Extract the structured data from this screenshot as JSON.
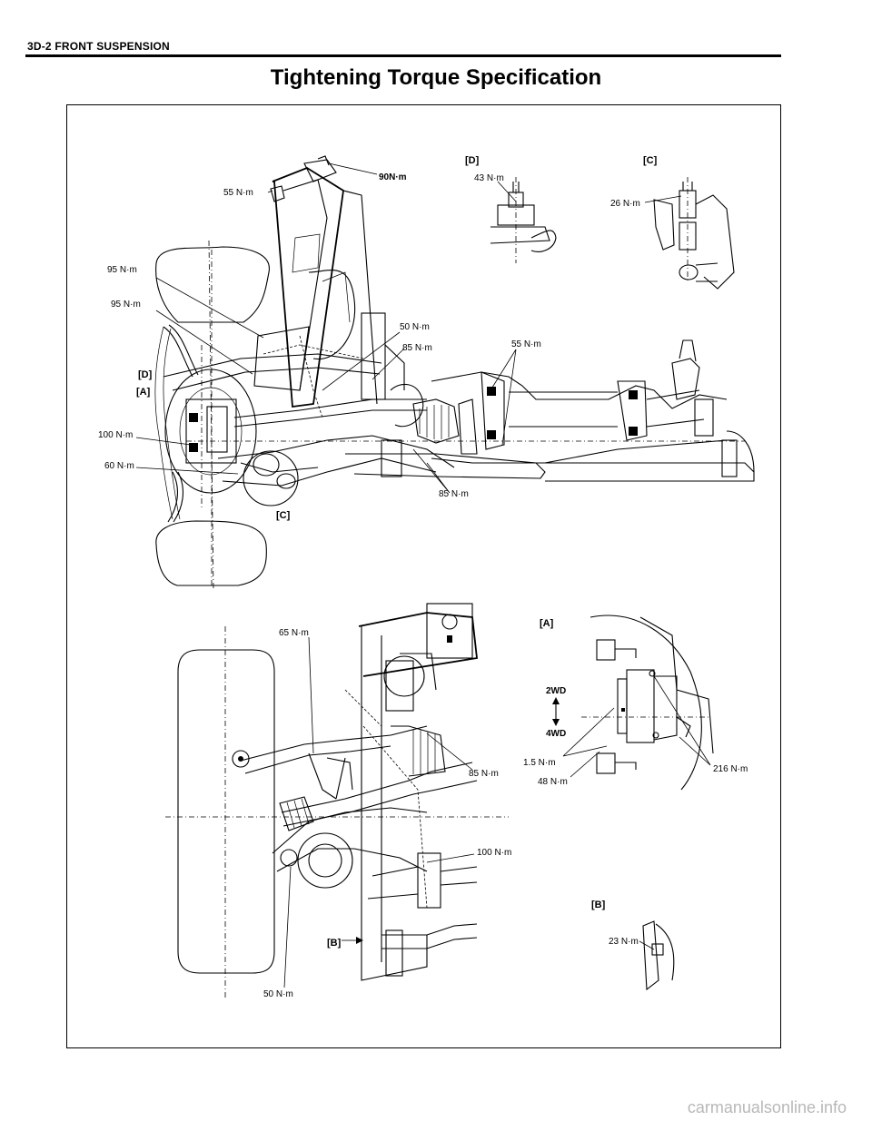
{
  "header": {
    "section": "3D-2 FRONT SUSPENSION"
  },
  "title": "Tightening Torque Specification",
  "torque_labels": {
    "t_90_top": "90N·m",
    "t_55_shock": "55 N·m",
    "t_95_upper": "95 N·m",
    "t_95_lower": "95 N·m",
    "t_50_mid": "50 N·m",
    "t_85_mid": "85 N·m",
    "t_55_diff": "55 N·m",
    "t_100_knuckle": "100 N·m",
    "t_60_knuckle": "60 N·m",
    "t_85_bottom": "85 N·m",
    "t_43_d": "43 N·m",
    "t_26_c": "26 N·m",
    "t_65_plan": "65 N·m",
    "t_85_plan": "85 N·m",
    "t_100_plan": "100 N·m",
    "t_50_plan": "50 N·m",
    "t_23_b": "23 N·m",
    "t_1_5_a": "1.5 N·m",
    "t_48_a": "48 N·m",
    "t_216_a": "216 N·m"
  },
  "view_labels": {
    "d_detail": "[D]",
    "c_detail": "[C]",
    "a_detail": "[A]",
    "b_detail": "[B]",
    "d_ref": "[D]",
    "a_ref": "[A]",
    "c_ref": "[C]",
    "b_ref": "[B]"
  },
  "drive_labels": {
    "two_wd": "2WD",
    "four_wd": "4WD"
  },
  "watermark": "carmanualsonline.info"
}
